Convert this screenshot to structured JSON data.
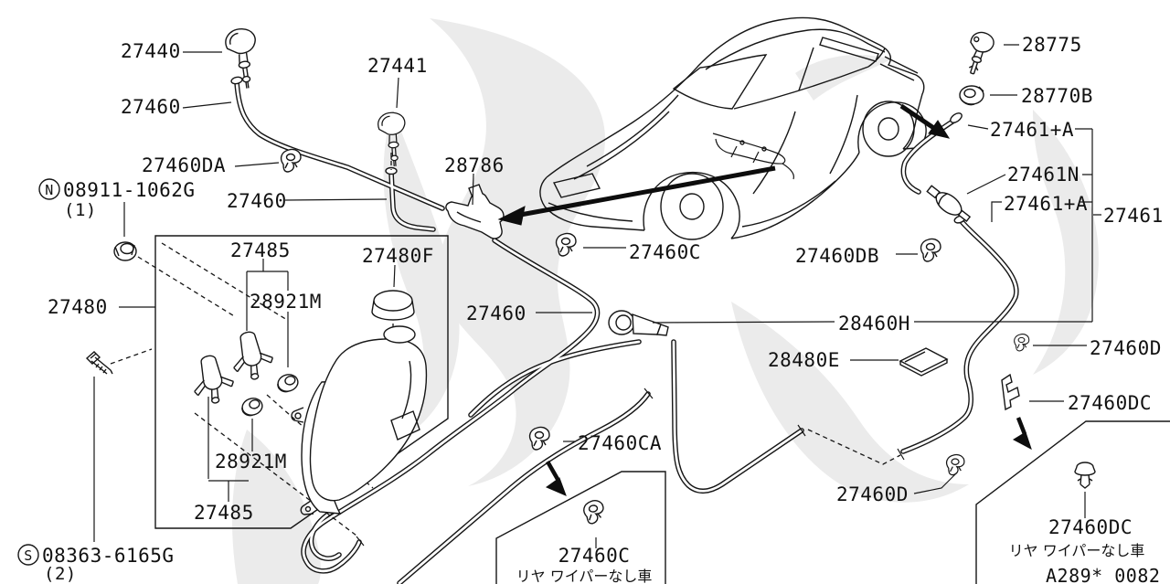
{
  "labels": {
    "nozzle_front_left": "27440",
    "nozzle_front_right": "27441",
    "hose_front_left": "27460",
    "hose_front_right": "27460",
    "clip_da": "27460DA",
    "nut_circle": "N",
    "nut_part": "08911-1062G",
    "nut_qty": "(1)",
    "tank_assy": "27480",
    "pump_upper": "27485",
    "grommet_upper": "28921M",
    "tank_cap": "27480F",
    "grommet_lower": "28921M",
    "pump_lower": "27485",
    "screw_circle": "S",
    "screw_part": "08363-6165G",
    "screw_qty": "(2)",
    "tee_connector": "28786",
    "hose_main": "27460",
    "clip_c": "27460C",
    "clip_ca": "27460CA",
    "nozzle_rear": "28775",
    "grommet_rear": "28770B",
    "hose_rear_upper": "27461+A",
    "valve_rear": "27461N",
    "hose_rear_lower": "27461+A",
    "hose_rear_assy": "27461",
    "clip_db": "27460DB",
    "hose_underbody": "28460H",
    "protector_pad": "28480E",
    "clip_d_upper": "27460D",
    "clip_dc": "27460DC",
    "clip_d_lower": "27460D",
    "inset_front_part": "27460C",
    "inset_front_note": "リヤ ワイパーなし車",
    "inset_rear_part": "27460DC",
    "inset_rear_note": "リヤ ワイパーなし車",
    "sheet_code": "A289* 0082"
  }
}
